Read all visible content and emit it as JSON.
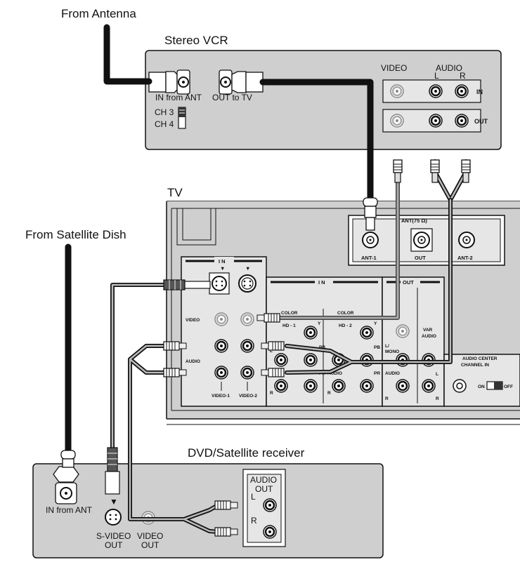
{
  "labels": {
    "from_antenna": "From Antenna",
    "stereo_vcr": "Stereo VCR",
    "tv": "TV",
    "from_satellite_dish": "From Satellite Dish",
    "dvd_satellite_receiver": "DVD/Satellite receiver"
  },
  "vcr": {
    "in_from_ant": "IN from ANT",
    "out_to_tv": "OUT to TV",
    "ch3": "CH 3",
    "ch4": "CH 4",
    "video": "VIDEO",
    "audio": "AUDIO",
    "l": "L",
    "r": "R",
    "in": "IN",
    "out": "OUT"
  },
  "tv": {
    "ant75": "ANT(75 Ω)",
    "ant1": "ANT-1",
    "ant_out": "OUT",
    "ant2": "ANT-2",
    "in_left": "I N",
    "in_mid": "I N",
    "out": "OUT",
    "video": "VIDEO",
    "audio": "AUDIO",
    "video1": "VIDEO-1",
    "video2": "VIDEO-2",
    "color": "COLOR",
    "hd1": "HD - 1",
    "hd2": "HD - 2",
    "y": "Y",
    "pb": "PB",
    "pr": "PR",
    "l": "L",
    "r": "R",
    "l_mono": "L/",
    "mono": "MONO",
    "var": "VAR",
    "var_audio": "AUDIO",
    "audio_center": "AUDIO CENTER",
    "channel_in": "CHANNEL IN",
    "on": "ON",
    "off": "OFF"
  },
  "dvd": {
    "audio": "AUDIO",
    "out": "OUT",
    "l": "L",
    "r": "R",
    "in_from_ant": "IN from ANT",
    "svideo": "S-VIDEO",
    "svideo_out": "OUT",
    "video": "VIDEO",
    "video_out": "OUT"
  }
}
